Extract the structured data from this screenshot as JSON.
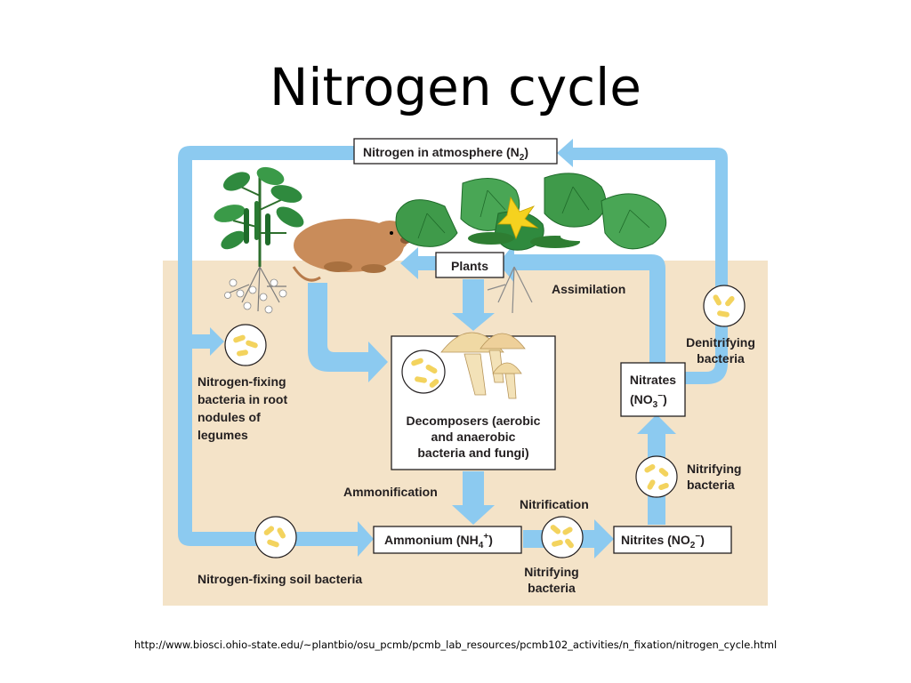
{
  "title": "Nitrogen cycle",
  "source_url": "http://www.biosci.ohio-state.edu/~plantbio/osu_pcmb/pcmb_lab_resources/pcmb102_activities/n_fixation/nitrogen_cycle.html",
  "nodes": {
    "atmosphere": {
      "main": "Nitrogen in atmosphere (N",
      "sub": "2",
      "close": ")"
    },
    "plants": "Plants",
    "decomposers": [
      "Decomposers (aerobic",
      "and anaerobic",
      "bacteria and fungi)"
    ],
    "ammonium": {
      "main": "Ammonium (NH",
      "sub": "4",
      "sup": "+",
      "close": ")"
    },
    "nitrites": {
      "main": "Nitrites (NO",
      "sub": "2",
      "sup": "−",
      "close": ")"
    },
    "nitrates": {
      "line1": "Nitrates",
      "main": "(NO",
      "sub": "3",
      "sup": "−",
      "close": ")"
    }
  },
  "labels": {
    "assimilation": "Assimilation",
    "ammonification": "Ammonification",
    "nitrification": "Nitrification",
    "denitrifying": [
      "Denitrifying",
      "bacteria"
    ],
    "nitrifying_right": [
      "Nitrifying",
      "bacteria"
    ],
    "nitrifying_bottom": [
      "Nitrifying",
      "bacteria"
    ],
    "nfix_root": [
      "Nitrogen-fixing",
      "bacteria in root",
      "nodules of",
      "legumes"
    ],
    "nfix_soil": "Nitrogen-fixing soil bacteria"
  },
  "colors": {
    "soil": "#f4e3c8",
    "arrow": "#8ccaf0",
    "leaf": "#2f8a3e",
    "bacteria": "#f3d35e",
    "mushroom": "#f0d9a4",
    "mole": "#c98c5a"
  }
}
